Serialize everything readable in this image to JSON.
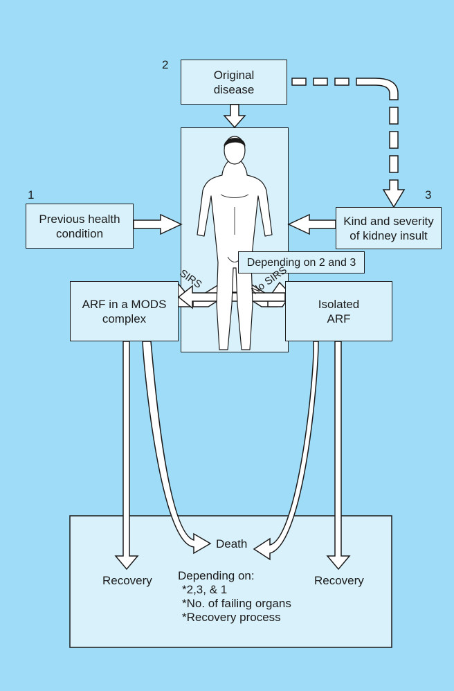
{
  "diagram": {
    "number_1": "1",
    "number_2": "2",
    "number_3": "3",
    "original_disease": [
      "Original",
      "disease"
    ],
    "previous_health": [
      "Previous health",
      "condition"
    ],
    "kidney_insult": [
      "Kind and severity",
      "of kidney insult"
    ],
    "depending_2_3": "Depending on 2 and 3",
    "sirs": "SIRS",
    "no_sirs": "No SIRS",
    "arf_mods": [
      "ARF in a MODS",
      "complex"
    ],
    "isolated_arf": [
      "Isolated",
      "ARF"
    ],
    "death": "Death",
    "recovery_left": "Recovery",
    "recovery_right": "Recovery",
    "depending_on": [
      "Depending on:",
      "*2,3, & 1",
      "*No. of failing organs",
      "*Recovery process"
    ]
  },
  "colors": {
    "background": "#9fdcf7",
    "box_fill": "#d9f1fa",
    "stroke": "#1a1a1a"
  }
}
